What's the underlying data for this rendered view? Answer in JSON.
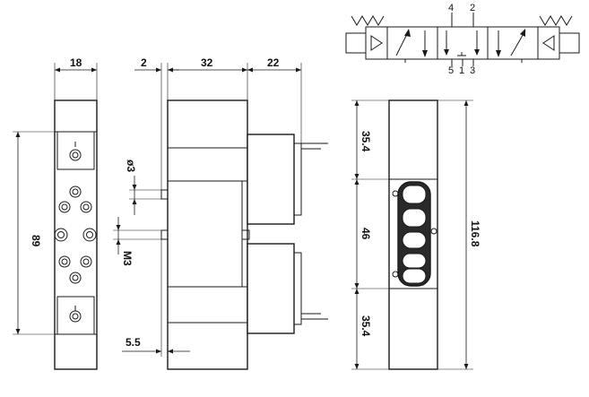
{
  "dimensions": {
    "front_width": "18",
    "side_offset": "2",
    "side_body": "32",
    "side_coil": "22",
    "height": "89",
    "port_dia": "ø3",
    "thread": "M3",
    "bottom_offset": "5.5",
    "seg_top": "35.4",
    "seg_mid": "46",
    "seg_bottom": "35.4",
    "total_height": "116.8"
  },
  "symbol_ports": {
    "top_left": "4",
    "top_right": "2",
    "bottom_left": "5",
    "bottom_mid": "1",
    "bottom_right": "3"
  }
}
